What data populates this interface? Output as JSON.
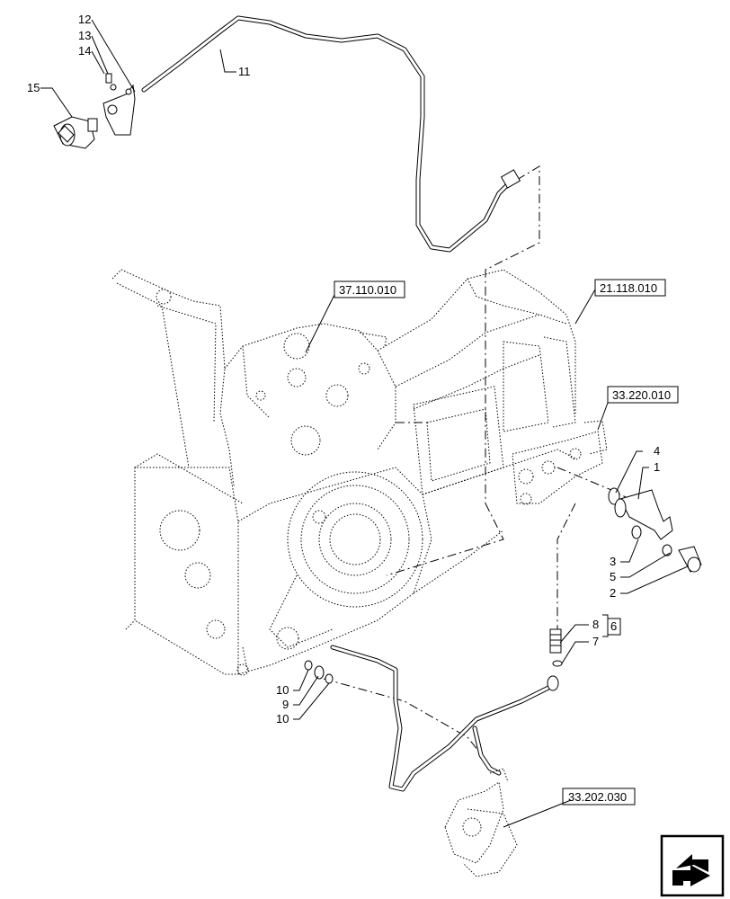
{
  "callouts": {
    "c1": "1",
    "c2": "2",
    "c3": "3",
    "c4": "4",
    "c5": "5",
    "c6": "6",
    "c7": "7",
    "c8": "8",
    "c9": "9",
    "c10a": "10",
    "c10b": "10",
    "c11": "11",
    "c12": "12",
    "c13": "13",
    "c14": "14",
    "c15": "15"
  },
  "references": {
    "r1": "37.110.010",
    "r2": "21.118.010",
    "r3": "33.220.010",
    "r4": "33.202.030"
  },
  "icons": {
    "nav": "next-page-arrow-icon"
  }
}
